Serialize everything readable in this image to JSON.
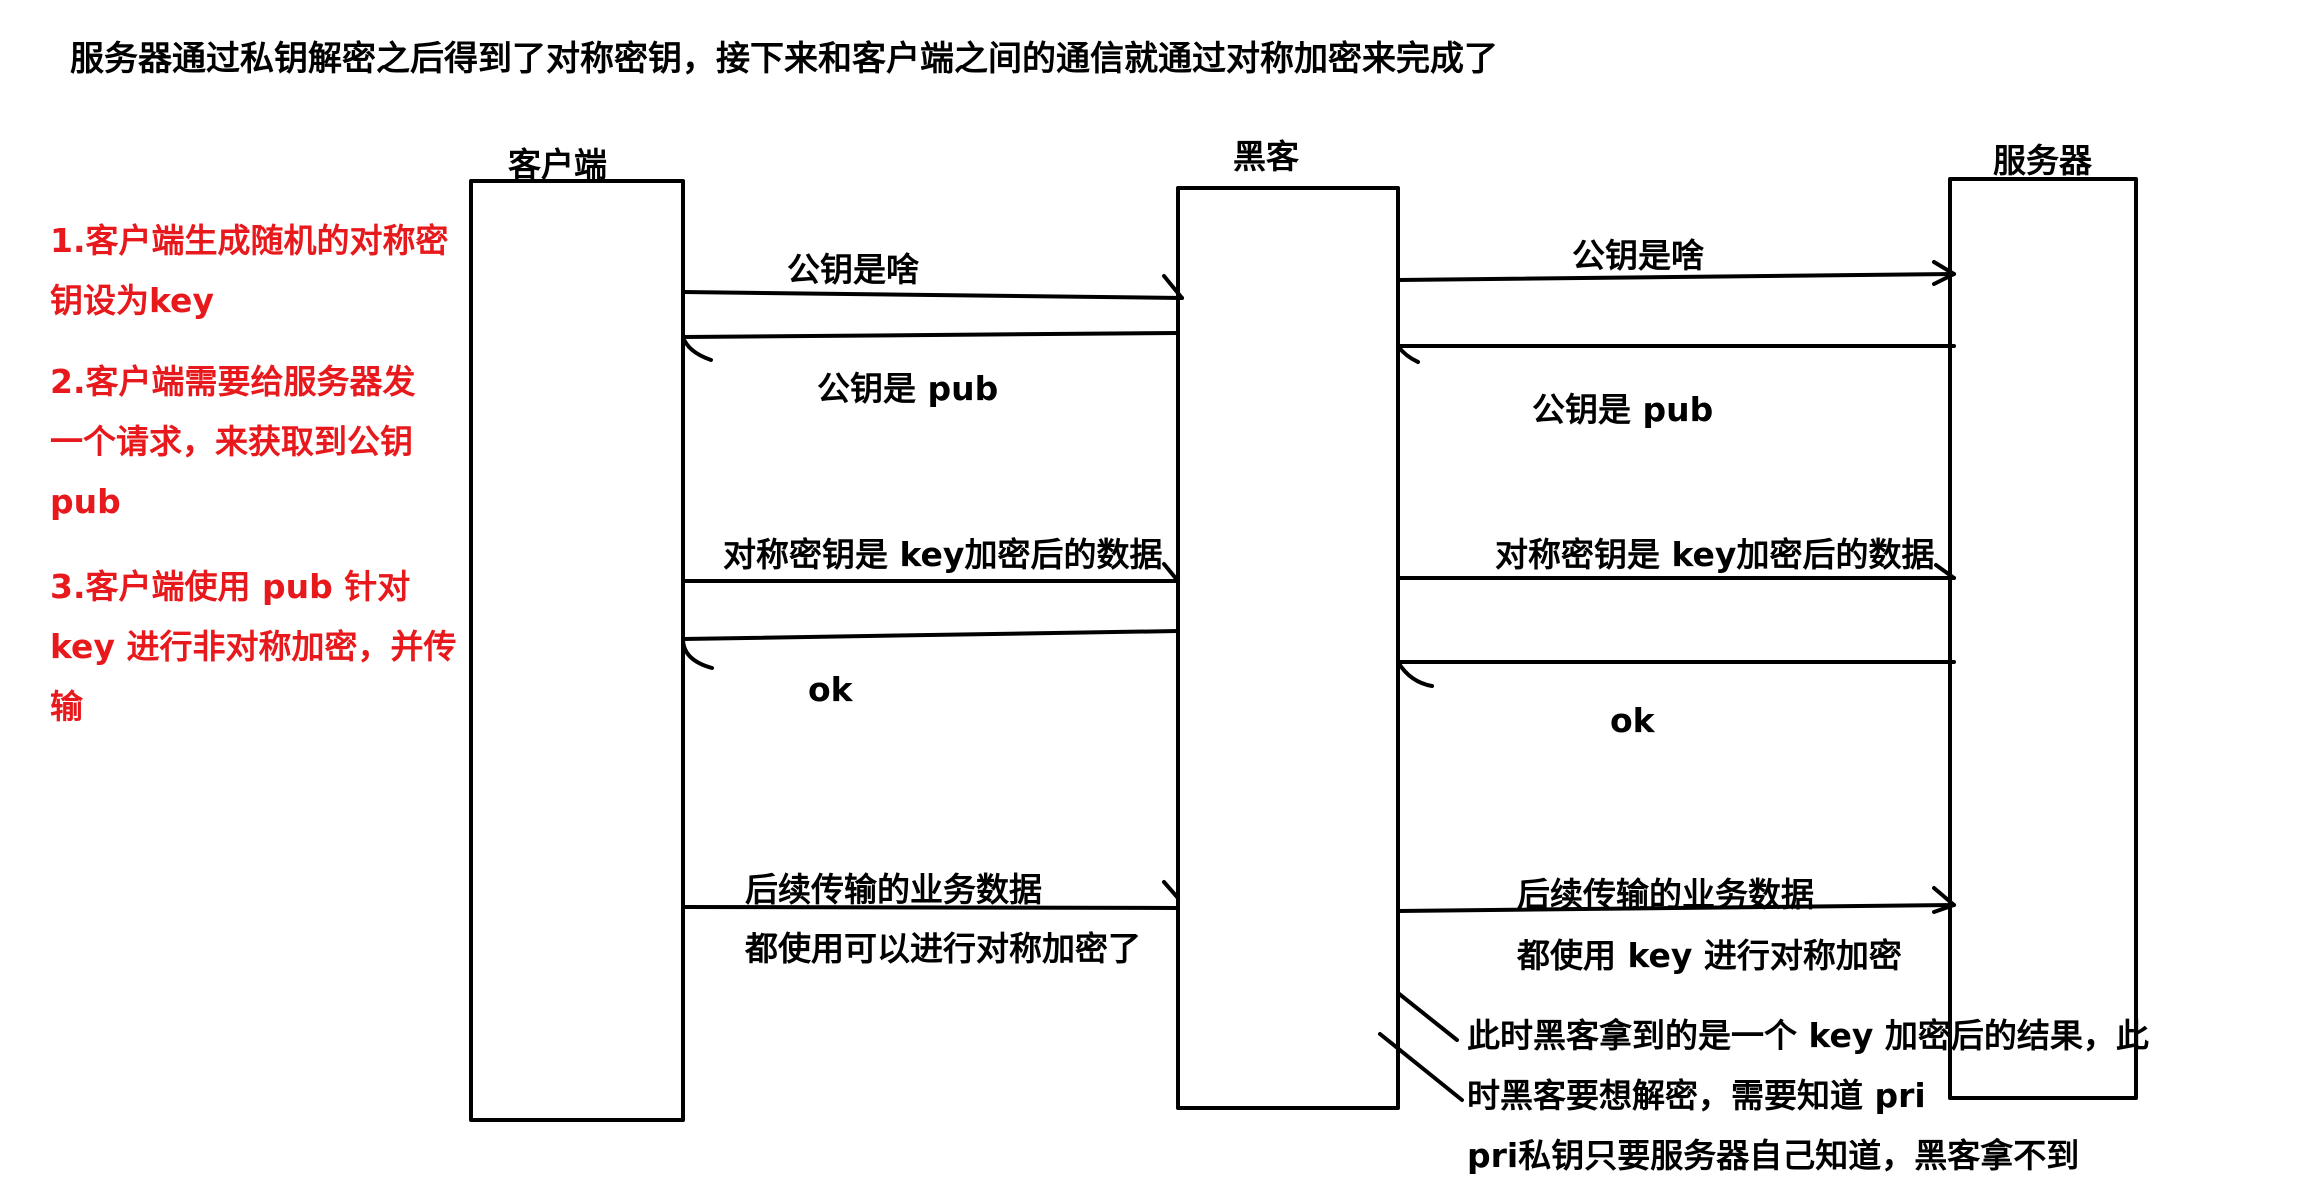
{
  "title": "服务器通过私钥解密之后得到了对称密钥，接下来和客户端之间的通信就通过对称加密来完成了",
  "actors": {
    "client": "客户端",
    "hacker": "黑客",
    "server": "服务器"
  },
  "notes": {
    "color": "#e8191c",
    "step1": [
      "1.客户端生成随机的对称密",
      "钥设为key"
    ],
    "step2": [
      "2.客户端需要给服务器发",
      "一个请求，来获取到公钥",
      "pub"
    ],
    "step3": [
      "3.客户端使用 pub 针对",
      "key 进行非对称加密，并传",
      "输"
    ]
  },
  "left_messages": {
    "ask_pubkey": "公钥是啥",
    "reply_pub": "公钥是 pub",
    "encrypted_key": "对称密钥是 key加密后的数据",
    "ok": "ok",
    "business_line1": "后续传输的业务数据",
    "business_line2": "都使用可以进行对称加密了"
  },
  "right_messages": {
    "ask_pubkey": "公钥是啥",
    "reply_pub": "公钥是 pub",
    "encrypted_key": "对称密钥是 key加密后的数据",
    "ok": "ok",
    "business_line1": "后续传输的业务数据",
    "business_line2": "都使用 key 进行对称加密"
  },
  "hacker_note": [
    "此时黑客拿到的是一个 key 加密后的结果，此",
    "时黑客要想解密，需要知道 pri",
    "pri私钥只要服务器自己知道，黑客拿不到"
  ]
}
